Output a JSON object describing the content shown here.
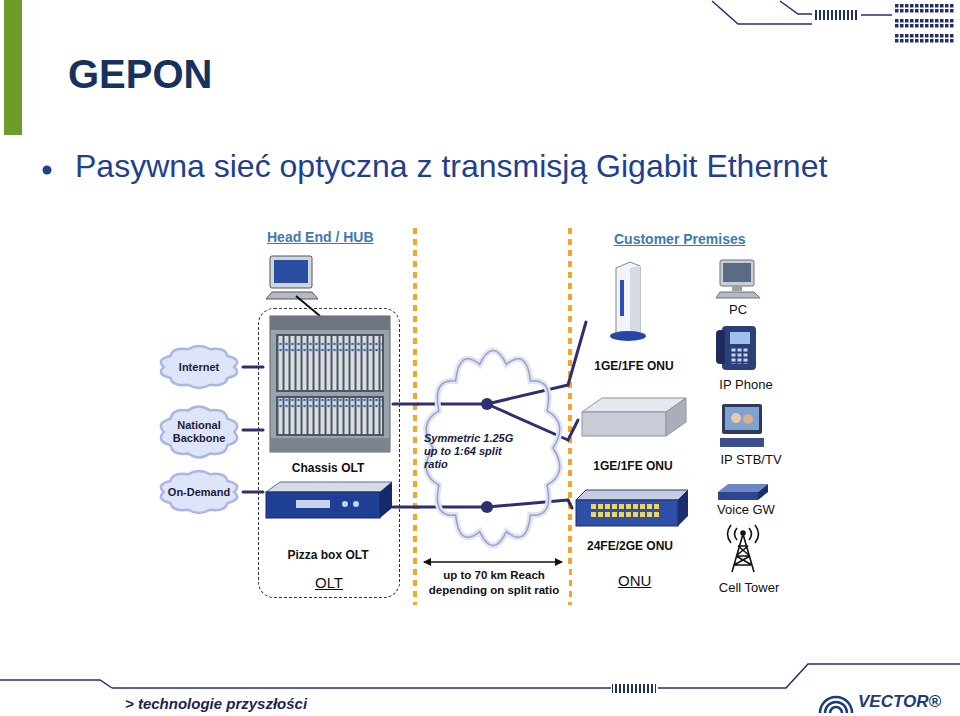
{
  "diagram": {
    "title": "GEPON",
    "nodes": [
      {
        "text": [
          "Internet"
        ]
      },
      {
        "text": [
          "National Backbone"
        ]
      },
      {
        "text": [
          "On-Demand"
        ]
      },
      {
        "text": [
          "OLT"
        ]
      },
      {
        "text": [
          "Chassis OLT"
        ],
        "in": 3
      },
      {
        "text": [
          "Pizza box OLT"
        ],
        "in": 3
      },
      {
        "text": [
          "Symmetric 1.25G up to 1:64 split ratio"
        ]
      },
      {
        "text": [
          "1GE/1FE ONU"
        ]
      },
      {
        "text": [
          "1GE/1FE ONU"
        ]
      },
      {
        "text": [
          "24FE/2GE ONU"
        ]
      }
    ],
    "edges": [
      {
        "from": 0,
        "to": 4,
        "arrow": "none"
      },
      {
        "from": 1,
        "to": 4,
        "arrow": "none"
      },
      {
        "from": 2,
        "to": 5,
        "arrow": "none"
      },
      {
        "from": 4,
        "to": 6,
        "arrow": "none"
      },
      {
        "from": 5,
        "to": 6,
        "arrow": "none"
      },
      {
        "from": 6,
        "to": 7,
        "arrow": "none"
      },
      {
        "from": 6,
        "to": 8,
        "arrow": "none"
      },
      {
        "from": 6,
        "to": 9,
        "arrow": "none"
      }
    ],
    "labels": [
      "Pasywna sieć optyczna z transmisją Gigabit Ethernet",
      "Head End / HUB",
      "Customer Premises",
      "up to 70 km Reach depending on split ratio",
      "ONU",
      "PC",
      "IP Phone",
      "IP STB/TV",
      "Voice GW",
      "Cell Tower",
      "> technologie przyszłości",
      "VECTOR®"
    ]
  }
}
